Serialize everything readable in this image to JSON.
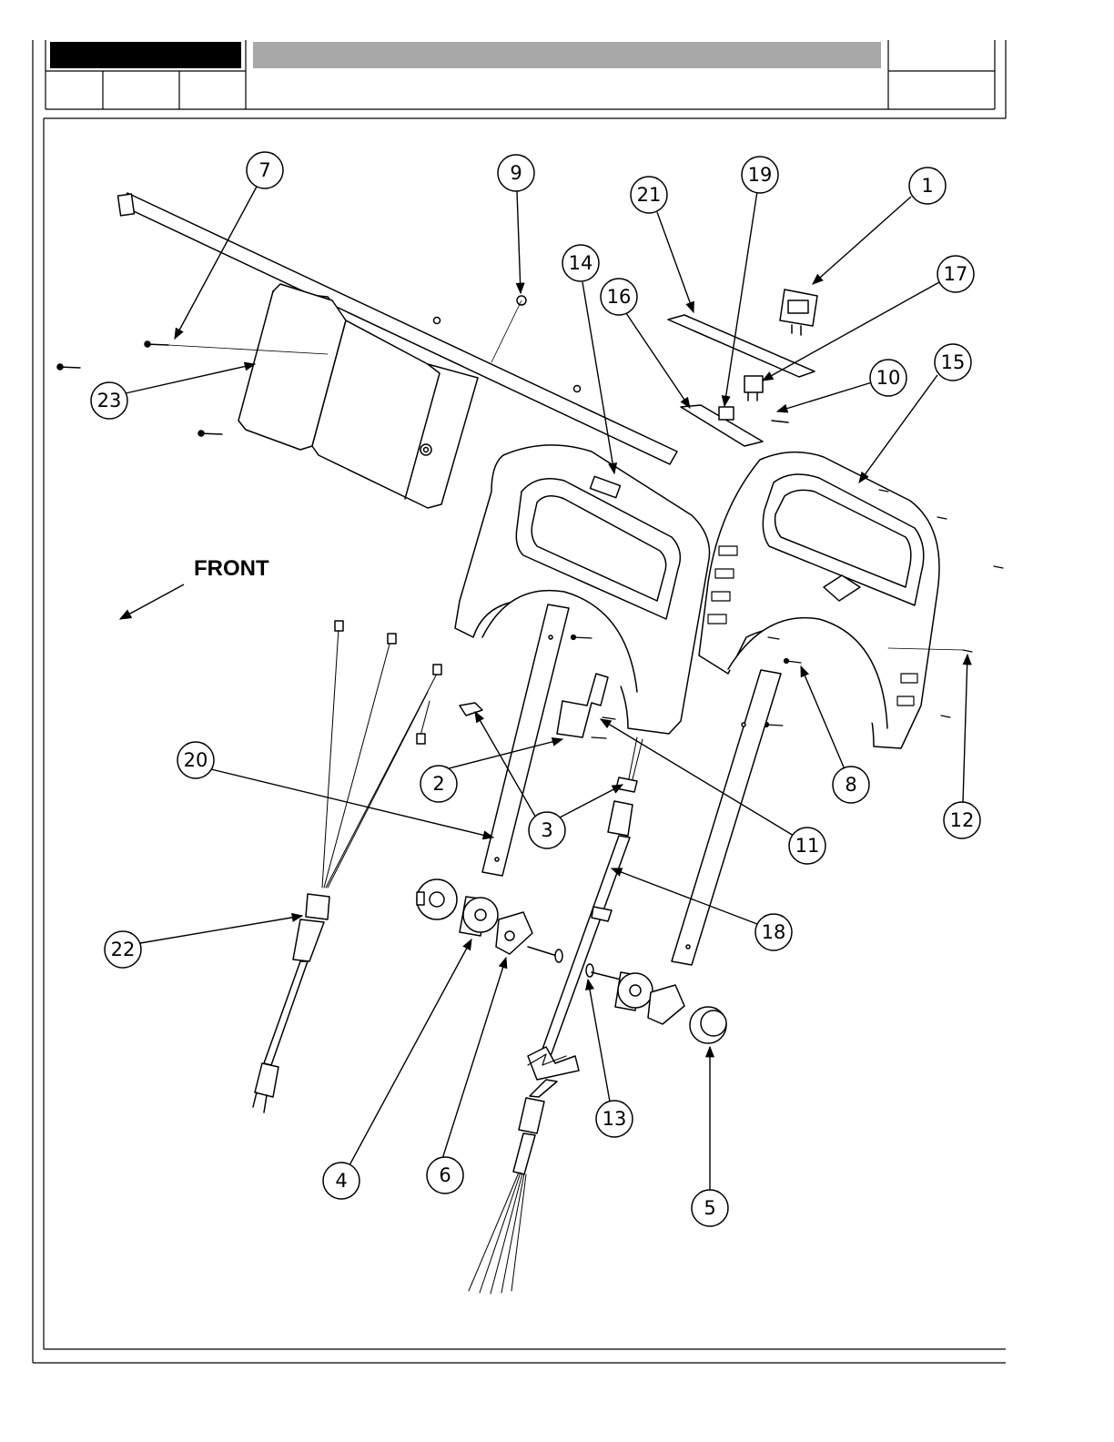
{
  "header": {
    "title_block": "",
    "section_bar": "",
    "cells": [
      "",
      "",
      "",
      "",
      ""
    ]
  },
  "direction_label": "FRONT",
  "callouts": [
    {
      "id": "c1",
      "label": "1"
    },
    {
      "id": "c2",
      "label": "2"
    },
    {
      "id": "c3a",
      "label": "3"
    },
    {
      "id": "c4",
      "label": "4"
    },
    {
      "id": "c5",
      "label": "5"
    },
    {
      "id": "c6",
      "label": "6"
    },
    {
      "id": "c7",
      "label": "7"
    },
    {
      "id": "c8",
      "label": "8"
    },
    {
      "id": "c9",
      "label": "9"
    },
    {
      "id": "c10",
      "label": "10"
    },
    {
      "id": "c11",
      "label": "11"
    },
    {
      "id": "c12",
      "label": "12"
    },
    {
      "id": "c13",
      "label": "13"
    },
    {
      "id": "c14",
      "label": "14"
    },
    {
      "id": "c15",
      "label": "15"
    },
    {
      "id": "c16",
      "label": "16"
    },
    {
      "id": "c17",
      "label": "17"
    },
    {
      "id": "c18",
      "label": "18"
    },
    {
      "id": "c19",
      "label": "19"
    },
    {
      "id": "c20",
      "label": "20"
    },
    {
      "id": "c21",
      "label": "21"
    },
    {
      "id": "c22",
      "label": "22"
    },
    {
      "id": "c23",
      "label": "23"
    }
  ]
}
